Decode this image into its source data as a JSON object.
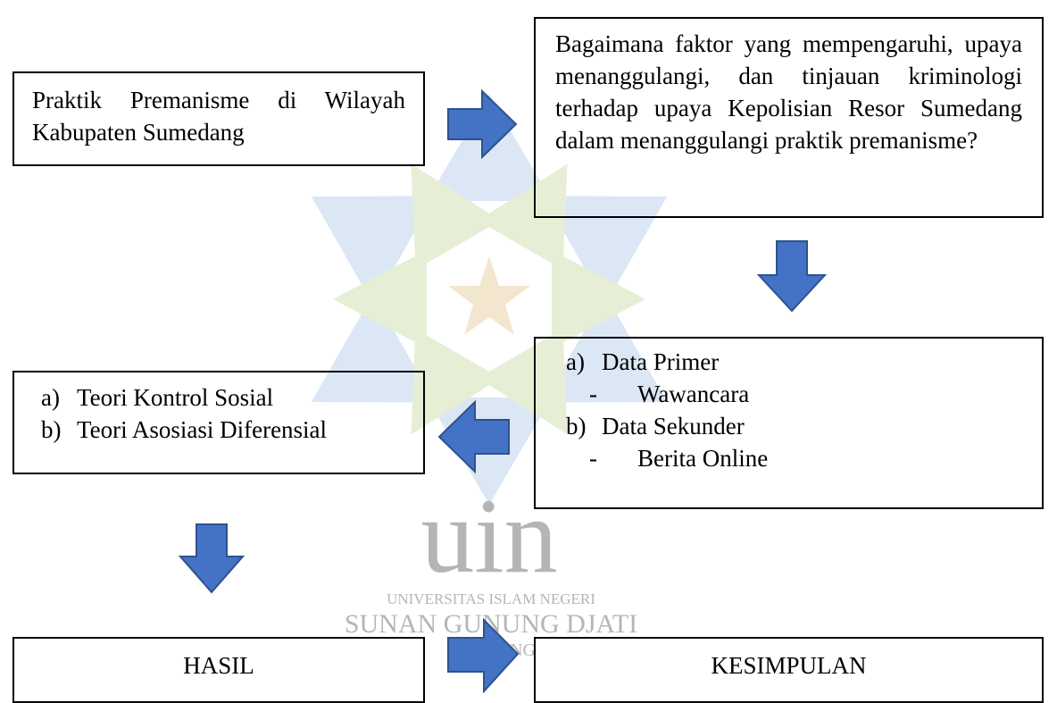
{
  "boxes": {
    "topic": "Praktik Premanisme di Wilayah Kabupaten Sumedang",
    "question": "Bagaimana faktor yang mempengaruhi, upaya menanggulangi, dan tinjauan kriminologi terhadap upaya Kepolisian Resor Sumedang dalam menanggulangi praktik premanisme?",
    "theories": [
      {
        "marker": "a)",
        "text": "Teori Kontrol Sosial"
      },
      {
        "marker": "b)",
        "text": "Teori Asosiasi Diferensial"
      }
    ],
    "data": [
      {
        "marker": "a)",
        "text": "Data Primer",
        "sub_marker": "-",
        "sub": "Wawancara"
      },
      {
        "marker": "b)",
        "text": "Data Sekunder",
        "sub_marker": "-",
        "sub": "Berita Online"
      }
    ],
    "result": "HASIL",
    "conclusion": "KESIMPULAN"
  },
  "watermark": {
    "logo_text": "uin",
    "line1": "UNIVERSITAS ISLAM NEGERI",
    "line2": "SUNAN GUNUNG DJATI",
    "line3": "BANDUNG"
  },
  "colors": {
    "arrow_fill": "#4472c4",
    "arrow_stroke": "#2f528f",
    "watermark_blue": "#dbe7f5",
    "watermark_green": "#e6efd6",
    "watermark_gold": "#f3e6cf"
  }
}
